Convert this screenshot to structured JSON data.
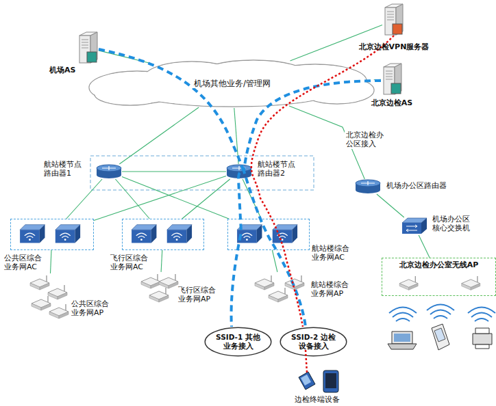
{
  "diagram": {
    "nodes": [
      {
        "text": [
          "北京边检VPN服务器"
        ]
      },
      {
        "text": [
          "机场AS"
        ]
      },
      {
        "text": [
          "机场其他业务/管理网"
        ]
      },
      {
        "text": [
          "北京边检AS"
        ]
      },
      {
        "text": [
          "航站楼节点 路由器1"
        ]
      },
      {
        "text": [
          "航站楼节点 路由器2"
        ]
      },
      {
        "text": [
          "机场办公区路由器"
        ]
      },
      {
        "text": [
          "机场办公区 核心交换机"
        ]
      },
      {
        "text": [
          "公共区综合 业务网AC"
        ]
      },
      {
        "text": [
          "飞行区综合 业务网AC"
        ]
      },
      {
        "text": [
          "航站楼综合 业务网AC"
        ]
      },
      {
        "text": [
          "北京边检办公室无线AP"
        ]
      },
      {
        "text": [
          "公共区综合 业务网AP"
        ]
      },
      {
        "text": [
          "飞行区综合 业务网AP"
        ]
      },
      {
        "text": [
          "航站楼综合 业务网AP"
        ]
      },
      {
        "text": [
          "SSID-1 其他业务接入"
        ]
      },
      {
        "text": [
          "SSID-2 边检设备接入"
        ]
      },
      {
        "text": [
          "边检终端设备"
        ]
      }
    ],
    "edges": [
      {
        "from": 1,
        "to": 2,
        "arrow": "none"
      },
      {
        "from": 2,
        "to": 0,
        "arrow": "none"
      },
      {
        "from": 2,
        "to": 3,
        "arrow": "none"
      },
      {
        "from": 2,
        "to": 4,
        "arrow": "none"
      },
      {
        "from": 2,
        "to": 5,
        "arrow": "none"
      },
      {
        "from": 4,
        "to": 5,
        "arrow": "none"
      },
      {
        "from": 4,
        "to": 8,
        "arrow": "none"
      },
      {
        "from": 4,
        "to": 9,
        "arrow": "none"
      },
      {
        "from": 4,
        "to": 10,
        "arrow": "none"
      },
      {
        "from": 5,
        "to": 8,
        "arrow": "none"
      },
      {
        "from": 5,
        "to": 9,
        "arrow": "none"
      },
      {
        "from": 5,
        "to": 10,
        "arrow": "none"
      },
      {
        "from": 8,
        "to": 12,
        "arrow": "none"
      },
      {
        "from": 9,
        "to": 13,
        "arrow": "none"
      },
      {
        "from": 10,
        "to": 14,
        "arrow": "none"
      },
      {
        "from": 2,
        "to": 6,
        "label": "北京边检办公区接入",
        "arrow": "none"
      },
      {
        "from": 6,
        "to": 7,
        "arrow": "none"
      },
      {
        "from": 7,
        "to": 11,
        "arrow": "none"
      }
    ]
  }
}
